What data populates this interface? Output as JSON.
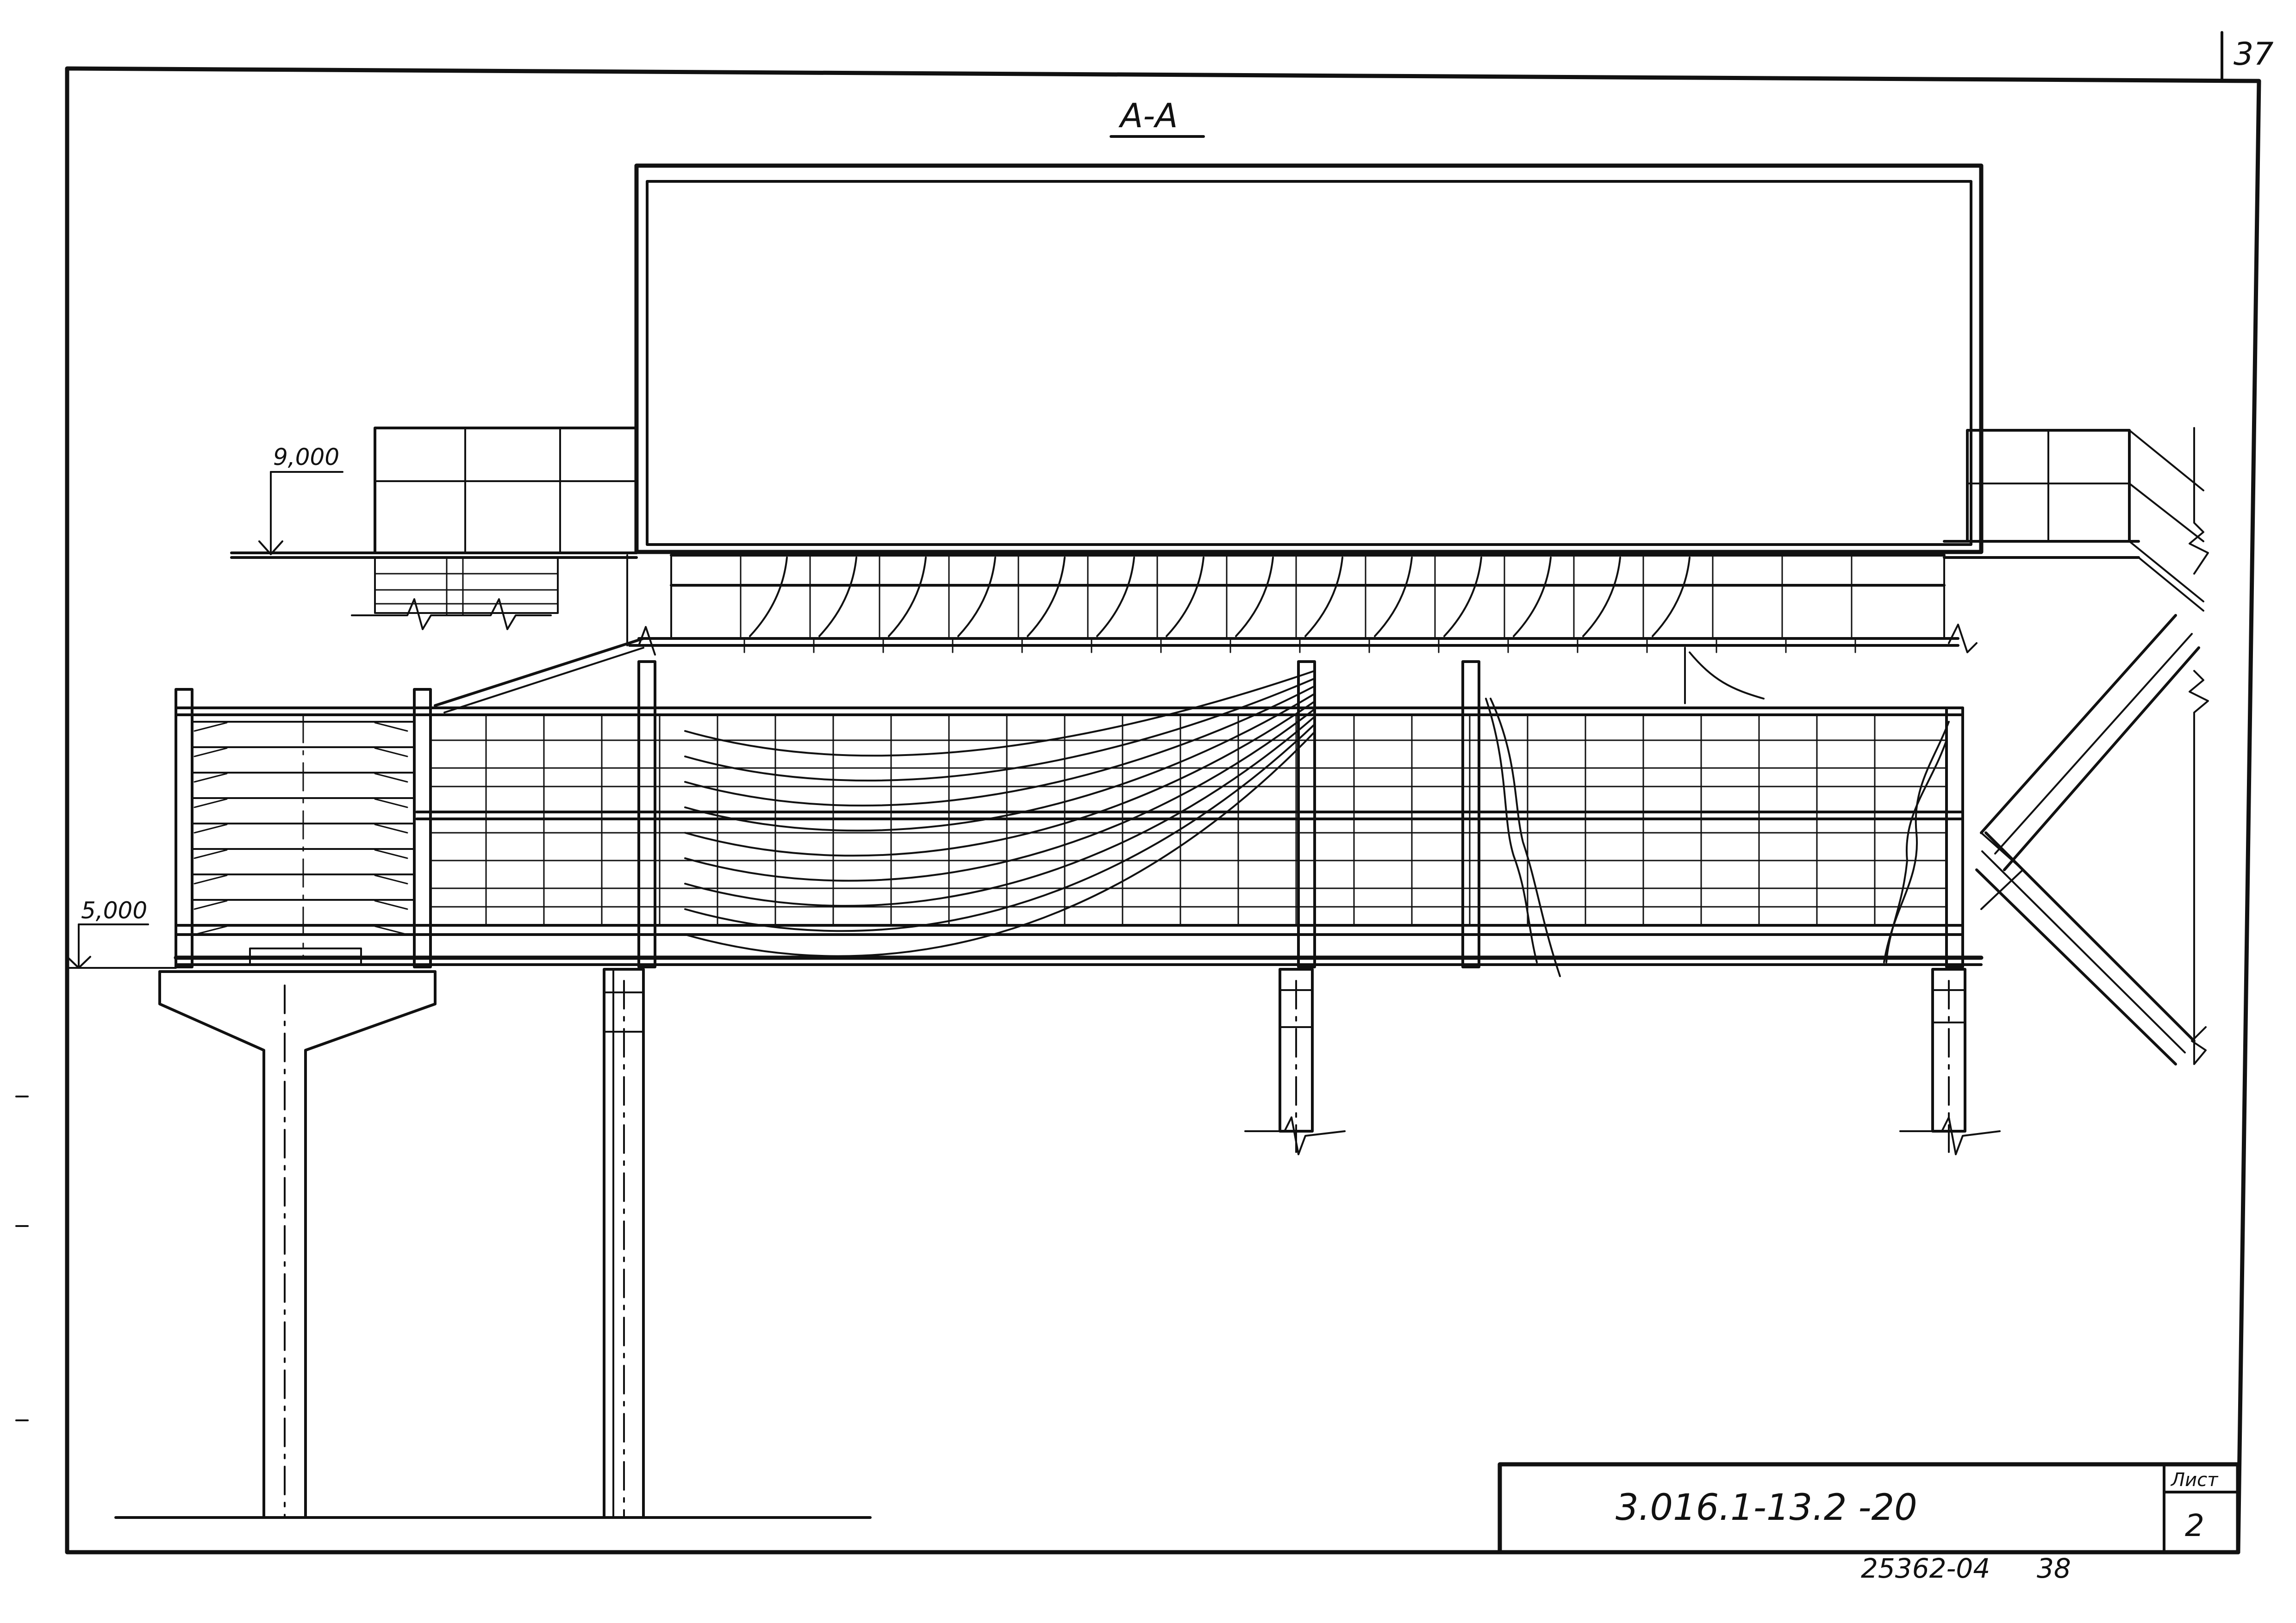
{
  "sheet": {
    "corner_number": "37",
    "section_title": "А-А",
    "level_upper": "9,000",
    "level_lower": "5,000"
  },
  "title_block": {
    "document_code": "3.016.1-13.2 -20",
    "sheet_label": "Лист",
    "sheet_number": "2"
  },
  "archive_number": "25362-04",
  "archive_page": "38"
}
